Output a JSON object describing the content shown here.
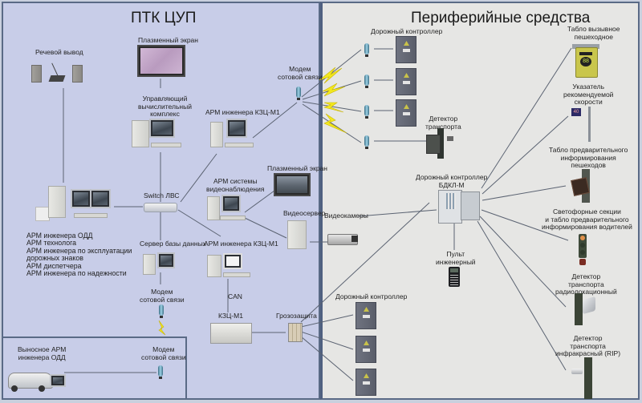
{
  "panels": {
    "left_title": "ПТК ЦУП",
    "right_title": "Периферийные средства"
  },
  "left": {
    "speech_output": "Речевой вывод",
    "plasma_screen_top": "Плазменный экран",
    "control_complex": [
      "Управляющий",
      "вычислительный",
      "комплекс"
    ],
    "arm_kzc_top": "АРМ инженера КЗЦ-М1",
    "modem_top": [
      "Модем",
      "сотовой связи"
    ],
    "switch": "Switch  ЛВС",
    "arm_video": [
      "АРМ системы",
      "видеонаблюдения"
    ],
    "plasma_screen_mid": "Плазменный экран",
    "video_server": "Видеосервер",
    "workstation_roles": [
      "АРМ инженера ОДД",
      "АРМ технолога",
      "АРМ инженера по эксплуатации",
      "дорожных знаков",
      "АРМ диспетчера",
      "АРМ инженера по надежности"
    ],
    "db_server": "Сервер базы данных",
    "arm_kzc_bottom": "АРМ инженера КЗЦ-М1",
    "modem_mid": [
      "Модем",
      "сотовой связи"
    ],
    "can": "CAN",
    "kzc": "КЗЦ-М1",
    "lightning_protection": "Грозозащита",
    "remote_arm": [
      "Выносное АРМ",
      "инженера ОДД"
    ],
    "modem_remote": [
      "Модем",
      "сотовой связи"
    ]
  },
  "right": {
    "road_controller_top": "Дорожный контроллер",
    "traffic_detector": [
      "Детектор",
      "транспорта"
    ],
    "road_controller_bdkl": [
      "Дорожный контроллер",
      "БДКЛ-М"
    ],
    "video_cameras": "Видеокамеры",
    "engineer_console": [
      "Пульт",
      "инженерный"
    ],
    "road_controller_bottom": "Дорожный контроллер",
    "pedestrian_call_board": [
      "Табло вызывное",
      "пешеходное"
    ],
    "speed_indicator": [
      "Указатель",
      "рекомендуемой",
      "скорости"
    ],
    "pedestrian_info_board": [
      "Табло предварительного",
      "информирования",
      "пешеходов"
    ],
    "traffic_light_sections": [
      "Светофорные  секции",
      "и табло предварительного",
      "информирования водителей"
    ],
    "radar_detector": [
      "Детектор",
      "транспорта",
      "радиолокационный"
    ],
    "infrared_detector": [
      "Детектор",
      "транспорта",
      "инфракрасный (RIP)"
    ],
    "speed_value": "40",
    "call_board_value": "88"
  },
  "colors": {
    "left_bg": "#c8cde8",
    "right_bg": "#e6e6e4",
    "border": "#5a6a86",
    "lightning": "#f2e81e",
    "wire": "#5b6372"
  }
}
